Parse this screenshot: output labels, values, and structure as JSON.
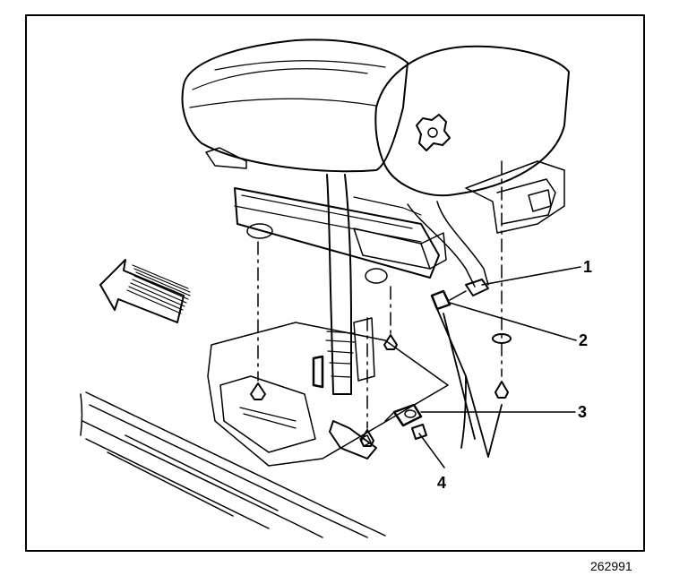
{
  "callouts": {
    "c1": "1",
    "c2": "2",
    "c3": "3",
    "c4": "4"
  },
  "figure_number": "262991",
  "colors": {
    "ink": "#000000",
    "paper": "#ffffff"
  }
}
